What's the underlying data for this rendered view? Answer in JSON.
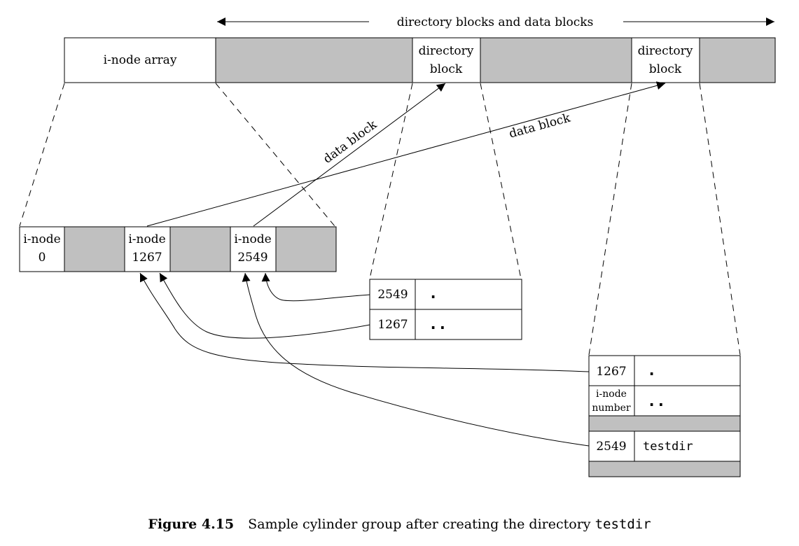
{
  "top": {
    "span_label": "directory blocks and data blocks",
    "inode_array_label": "i-node array",
    "dir_block_1": [
      "directory",
      "block"
    ],
    "dir_block_2": [
      "directory",
      "block"
    ]
  },
  "arrows": {
    "data_block_left": "data block",
    "data_block_right": "data block"
  },
  "inode_row": {
    "inode0": [
      "i-node",
      "0"
    ],
    "inode1267": [
      "i-node",
      "1267"
    ],
    "inode2549": [
      "i-node",
      "2549"
    ]
  },
  "dir_table_1": {
    "row1": {
      "num": "2549",
      "name": "."
    },
    "row2": {
      "num": "1267",
      "name": ".."
    }
  },
  "dir_table_2": {
    "row1": {
      "num": "1267",
      "name": "."
    },
    "row2": {
      "num": [
        "i-node",
        "number"
      ],
      "name": ".."
    },
    "row3": {
      "num": "2549",
      "name": "testdir"
    }
  },
  "caption": {
    "figure_number": "Figure 4.15",
    "text": "Sample cylinder group after creating the directory",
    "code": "testdir"
  }
}
